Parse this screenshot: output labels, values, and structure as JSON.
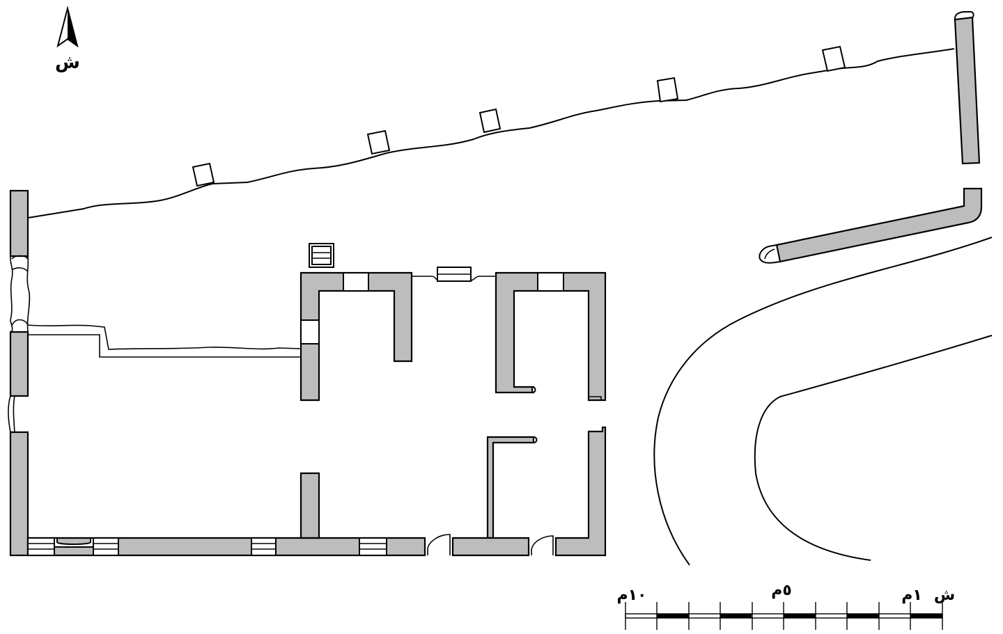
{
  "north_arrow": {
    "label": "ش"
  },
  "scale_bar": {
    "labels": {
      "zero": "ش",
      "one": "١م",
      "five": "٥م",
      "ten": "١٠م"
    }
  },
  "colors": {
    "wall_fill": "#bdbdbd",
    "stroke": "#000000",
    "background": "#ffffff"
  }
}
